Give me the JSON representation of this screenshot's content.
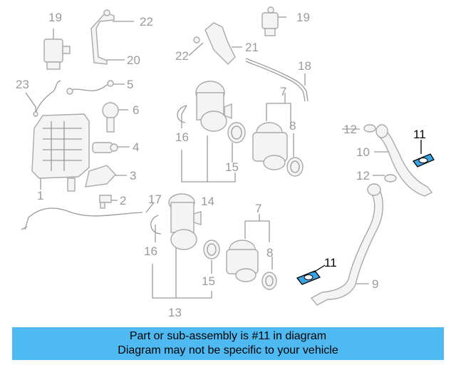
{
  "callouts": {
    "n1": "1",
    "n2": "2",
    "n3": "3",
    "n4": "4",
    "n5": "5",
    "n6": "6",
    "n7a": "7",
    "n7b": "7",
    "n8a": "8",
    "n8b": "8",
    "n9": "9",
    "n10": "10",
    "n11a": "11",
    "n11b": "11",
    "n12a": "12",
    "n12b": "12",
    "n13": "13",
    "n14": "14",
    "n15a": "15",
    "n15b": "15",
    "n16a": "16",
    "n16b": "16",
    "n17": "17",
    "n18": "18",
    "n19a": "19",
    "n19b": "19",
    "n20": "20",
    "n21": "21",
    "n22a": "22",
    "n22b": "22",
    "n23": "23"
  },
  "caption": {
    "line1": "Part or sub-assembly is #11 in diagram",
    "line2": "Diagram may not be specific to your vehicle"
  },
  "colors": {
    "highlight": "#3aa3e3",
    "banner": "#4fbaf2",
    "linework": "#a9a9a9"
  }
}
